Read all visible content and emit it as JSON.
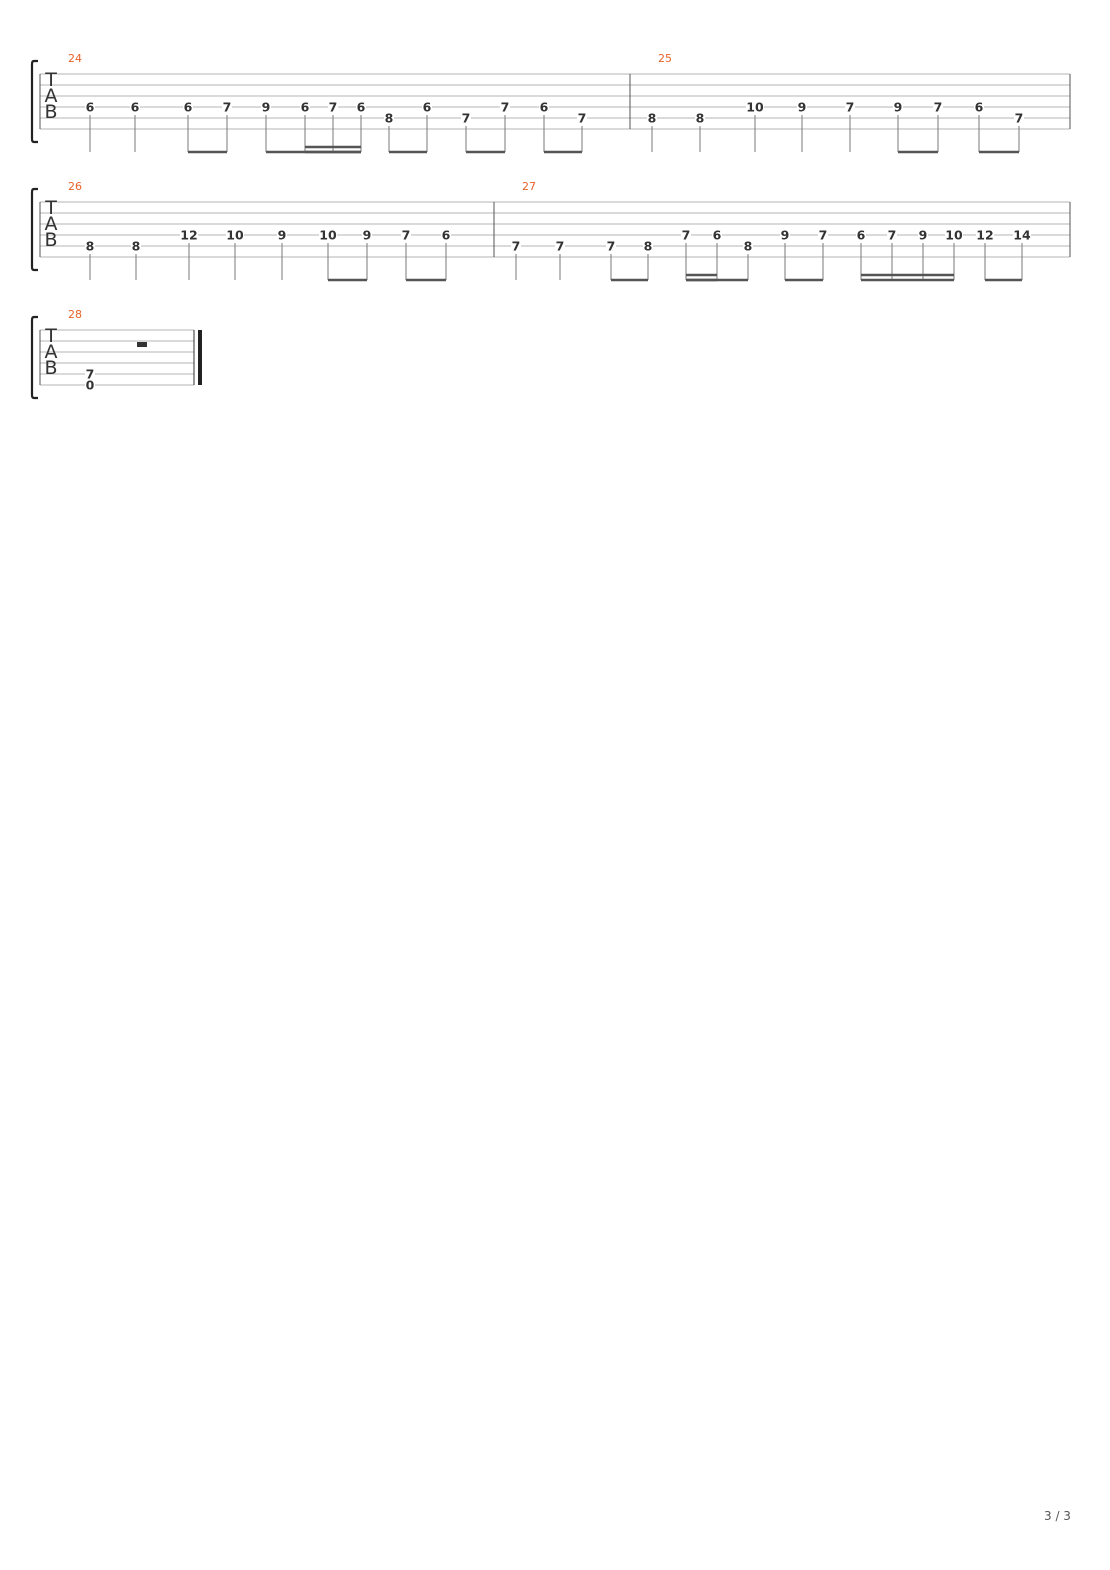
{
  "colors": {
    "measure_number": "#e8622a",
    "notation": "#333333"
  },
  "tab_clef": [
    "T",
    "A",
    "B"
  ],
  "page_number": "3 / 3",
  "systems": [
    {
      "measures": [
        {
          "number": "24",
          "notes": [
            {
              "fret": "6",
              "string": 4
            },
            {
              "fret": "6",
              "string": 4
            },
            {
              "fret": "6",
              "string": 4
            },
            {
              "fret": "7",
              "string": 4
            },
            {
              "fret": "9",
              "string": 4
            },
            {
              "fret": "6",
              "string": 4
            },
            {
              "fret": "7",
              "string": 4
            },
            {
              "fret": "6",
              "string": 4
            },
            {
              "fret": "8",
              "string": 5
            },
            {
              "fret": "6",
              "string": 4
            },
            {
              "fret": "7",
              "string": 5
            },
            {
              "fret": "7",
              "string": 4
            },
            {
              "fret": "6",
              "string": 4
            },
            {
              "fret": "7",
              "string": 5
            }
          ],
          "beams": [
            {
              "from": 2,
              "to": 3,
              "levels": 1
            },
            {
              "from": 4,
              "to": 7,
              "levels": 1
            },
            {
              "from": 5,
              "to": 7,
              "levels": 2
            },
            {
              "from": 8,
              "to": 9,
              "levels": 1
            },
            {
              "from": 10,
              "to": 11,
              "levels": 1
            },
            {
              "from": 12,
              "to": 13,
              "levels": 1
            }
          ]
        },
        {
          "number": "25",
          "notes": [
            {
              "fret": "8",
              "string": 5
            },
            {
              "fret": "8",
              "string": 5
            },
            {
              "fret": "10",
              "string": 4
            },
            {
              "fret": "9",
              "string": 4
            },
            {
              "fret": "7",
              "string": 4
            },
            {
              "fret": "9",
              "string": 4
            },
            {
              "fret": "7",
              "string": 4
            },
            {
              "fret": "6",
              "string": 4
            },
            {
              "fret": "7",
              "string": 5
            }
          ],
          "beams": [
            {
              "from": 5,
              "to": 6,
              "levels": 1
            },
            {
              "from": 7,
              "to": 8,
              "levels": 1
            }
          ]
        }
      ]
    },
    {
      "measures": [
        {
          "number": "26",
          "notes": [
            {
              "fret": "8",
              "string": 5
            },
            {
              "fret": "8",
              "string": 5
            },
            {
              "fret": "12",
              "string": 4
            },
            {
              "fret": "10",
              "string": 4
            },
            {
              "fret": "9",
              "string": 4
            },
            {
              "fret": "10",
              "string": 4
            },
            {
              "fret": "9",
              "string": 4
            },
            {
              "fret": "7",
              "string": 4
            },
            {
              "fret": "6",
              "string": 4
            }
          ],
          "beams": [
            {
              "from": 5,
              "to": 6,
              "levels": 1
            },
            {
              "from": 7,
              "to": 8,
              "levels": 1
            }
          ]
        },
        {
          "number": "27",
          "notes": [
            {
              "fret": "7",
              "string": 5
            },
            {
              "fret": "7",
              "string": 5
            },
            {
              "fret": "7",
              "string": 5
            },
            {
              "fret": "8",
              "string": 5
            },
            {
              "fret": "7",
              "string": 4
            },
            {
              "fret": "6",
              "string": 4
            },
            {
              "fret": "8",
              "string": 5
            },
            {
              "fret": "9",
              "string": 4
            },
            {
              "fret": "7",
              "string": 4
            },
            {
              "fret": "6",
              "string": 4
            },
            {
              "fret": "7",
              "string": 4
            },
            {
              "fret": "9",
              "string": 4
            },
            {
              "fret": "10",
              "string": 4
            },
            {
              "fret": "12",
              "string": 4
            },
            {
              "fret": "14",
              "string": 4
            }
          ],
          "beams": [
            {
              "from": 2,
              "to": 3,
              "levels": 1
            },
            {
              "from": 4,
              "to": 6,
              "levels": 1
            },
            {
              "from": 4,
              "to": 5,
              "levels": 2
            },
            {
              "from": 7,
              "to": 8,
              "levels": 1
            },
            {
              "from": 9,
              "to": 12,
              "levels": 2
            },
            {
              "from": 13,
              "to": 14,
              "levels": 1
            }
          ]
        }
      ]
    },
    {
      "measures": [
        {
          "number": "28",
          "notes": [
            {
              "chord": [
                {
                  "fret": "7",
                  "string": 5
                },
                {
                  "fret": "0",
                  "string": 6
                }
              ]
            }
          ],
          "rest": "half",
          "final": true
        }
      ]
    }
  ]
}
